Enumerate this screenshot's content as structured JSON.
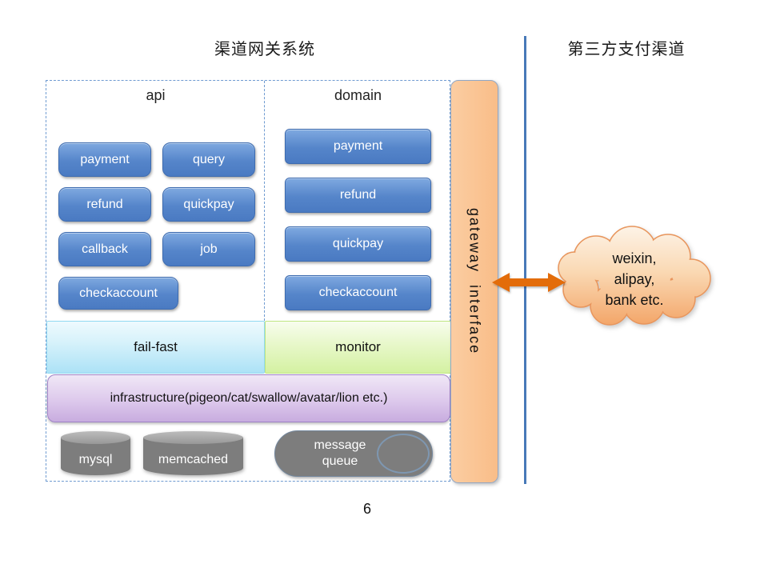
{
  "titles": {
    "left": "渠道网关系统",
    "right": "第三方支付渠道"
  },
  "page_number": "6",
  "api_section": {
    "label": "api",
    "buttons": [
      "payment",
      "query",
      "refund",
      "quickpay",
      "callback",
      "job",
      "checkaccount"
    ]
  },
  "domain_section": {
    "label": "domain",
    "buttons": [
      "payment",
      "refund",
      "quickpay",
      "checkaccount"
    ]
  },
  "layers": {
    "fail_fast": "fail-fast",
    "monitor": "monitor",
    "infrastructure": "infrastructure(pigeon/cat/swallow/avatar/lion etc.)"
  },
  "storage": {
    "mysql": "mysql",
    "memcached": "memcached",
    "message_queue": "message queue"
  },
  "gateway": {
    "label": "gateway interface"
  },
  "cloud": {
    "lines": [
      "weixin,",
      "alipay,",
      "bank etc."
    ]
  },
  "colors": {
    "button_blue_top": "#7fa9e0",
    "button_blue_bottom": "#4a7ac2",
    "fail_fast_cyan": "#ace2f6",
    "monitor_green": "#d4f1a2",
    "infrastructure_purple": "#c8acdf",
    "cylinder_gray": "#7d7d7d",
    "gateway_orange": "#fac090",
    "arrow_orange": "#e36c0a",
    "divider_blue": "#4879b8",
    "cloud_orange_bottom": "#f3a568"
  }
}
